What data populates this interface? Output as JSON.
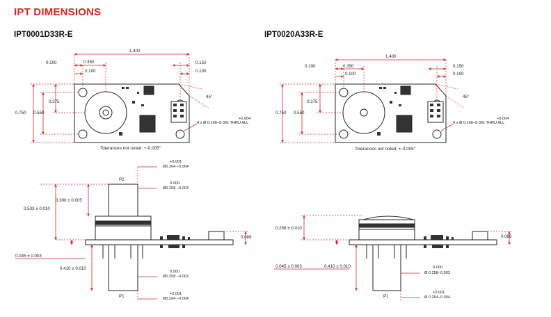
{
  "page": {
    "title": "IPT DIMENSIONS"
  },
  "colors": {
    "title": "#e2231a",
    "dimension_lines": "#d9252f",
    "outline": "#222222"
  },
  "left": {
    "part_number": "IPT0001D33R-E",
    "top_view": {
      "overall_width": "1.400",
      "hole_offset_left": "0.100",
      "port_offset": "0.350",
      "port_offset_inner": "0.100",
      "right_offset": "0.150",
      "right_offset_inner": "0.100",
      "vertical_offset": "0.375",
      "overall_height": "0.750",
      "hole_spacing_v": "0.550",
      "chamfer": "45°",
      "hole_tol_upper": "+0.004",
      "hole_spec": "4 x Ø 0.166–0.001 THRU ALL",
      "tolerance_note": "Tolerances not noted: +-0.005\""
    },
    "side_view": {
      "top_port_label": "P2",
      "bottom_port_label": "P1",
      "dim_top_od_tol": "+0.001",
      "dim_top_od": "Ø0.264 –0.004",
      "dim_top_id_tol": "0.000",
      "dim_top_id": "Ø0.258 –0.003",
      "dim_0300": "0.300 ± 0.005",
      "dim_0533": "0.533 ± 0.010",
      "dim_0089": "0.089",
      "dim_0045": "0.045 ± 0.003",
      "dim_0410": "0.410 ± 0.010",
      "dim_bot_id_tol": "0.000",
      "dim_bot_id": "Ø0.258 –0.003",
      "dim_bot_od_tol": "+0.001",
      "dim_bot_od": "Ø0.264 –0.004"
    }
  },
  "right": {
    "part_number": "IPT0020A33R-E",
    "top_view": {
      "overall_width": "1.400",
      "hole_offset_left": "0.100",
      "port_offset": "0.350",
      "port_offset_inner": "0.100",
      "right_offset": "0.150",
      "right_offset_inner": "0.100",
      "vertical_offset": "0.375",
      "overall_height": "0.750",
      "hole_spacing_v": "0.550",
      "chamfer": "45°",
      "hole_tol_upper": "+0.004",
      "hole_spec": "4 x Ø 0.166–0.001 THRU ALL",
      "tolerance_note": "Tolerances not noted: +-0.005\""
    },
    "side_view": {
      "bottom_port_label": "P1",
      "dim_0258": "0.258 ± 0.010",
      "dim_0089": "0.089",
      "dim_0045": "0.045 ± 0.003",
      "dim_0410": "0.410 ± 0.010",
      "dim_bot_id_tol": "0.000",
      "dim_bot_id": "Ø 0.258–0.003",
      "dim_bot_od_tol": "+0.001",
      "dim_bot_od": "Ø 0.264–0.004"
    }
  }
}
